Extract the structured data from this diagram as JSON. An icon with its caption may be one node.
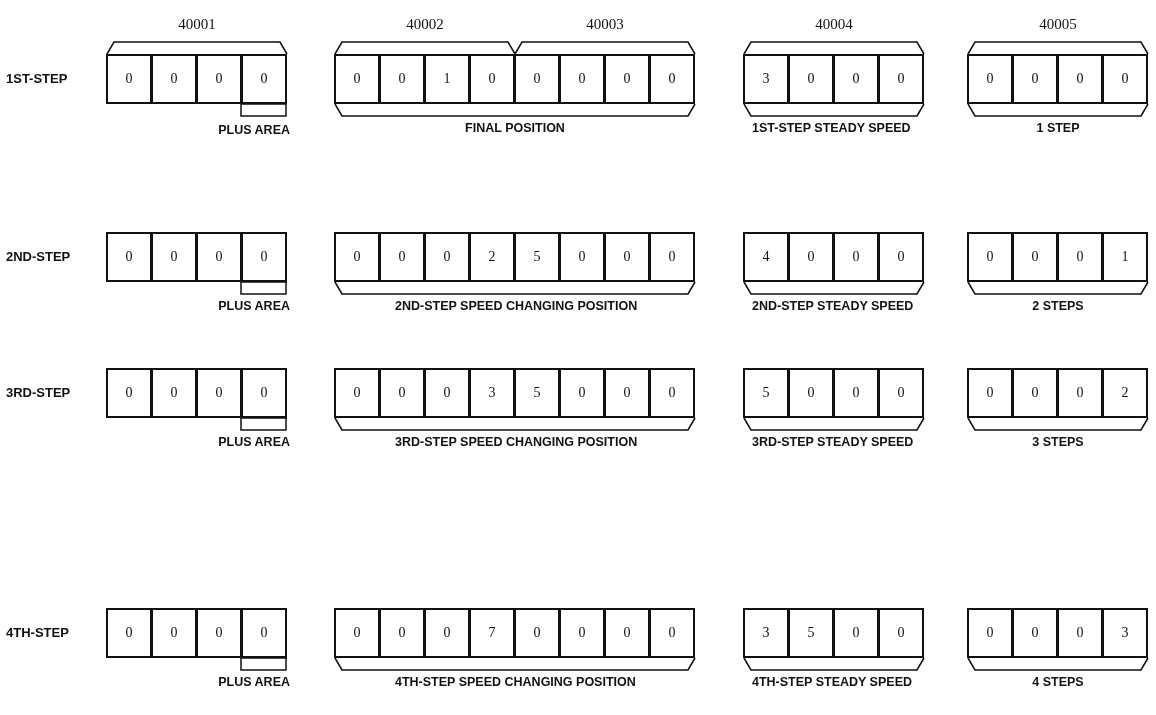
{
  "diagram": {
    "nodes": [
      {
        "text": [
          "0"
        ]
      },
      {
        "text": [
          "0"
        ]
      },
      {
        "text": [
          "0"
        ]
      },
      {
        "text": [
          "0"
        ]
      },
      {
        "text": [
          "0"
        ]
      },
      {
        "text": [
          "0"
        ]
      },
      {
        "text": [
          "1"
        ]
      },
      {
        "text": [
          "0"
        ]
      },
      {
        "text": [
          "0"
        ]
      },
      {
        "text": [
          "0"
        ]
      },
      {
        "text": [
          "0"
        ]
      },
      {
        "text": [
          "0"
        ]
      },
      {
        "text": [
          "3"
        ]
      },
      {
        "text": [
          "0"
        ]
      },
      {
        "text": [
          "0"
        ]
      },
      {
        "text": [
          "0"
        ]
      },
      {
        "text": [
          "0"
        ]
      },
      {
        "text": [
          "0"
        ]
      },
      {
        "text": [
          "0"
        ]
      },
      {
        "text": [
          "0"
        ]
      },
      {
        "text": [
          "0"
        ]
      },
      {
        "text": [
          "0"
        ]
      },
      {
        "text": [
          "0"
        ]
      },
      {
        "text": [
          "0"
        ]
      },
      {
        "text": [
          "0"
        ]
      },
      {
        "text": [
          "0"
        ]
      },
      {
        "text": [
          "0"
        ]
      },
      {
        "text": [
          "2"
        ]
      },
      {
        "text": [
          "5"
        ]
      },
      {
        "text": [
          "0"
        ]
      },
      {
        "text": [
          "0"
        ]
      },
      {
        "text": [
          "0"
        ]
      },
      {
        "text": [
          "4"
        ]
      },
      {
        "text": [
          "0"
        ]
      },
      {
        "text": [
          "0"
        ]
      },
      {
        "text": [
          "0"
        ]
      },
      {
        "text": [
          "0"
        ]
      },
      {
        "text": [
          "0"
        ]
      },
      {
        "text": [
          "0"
        ]
      },
      {
        "text": [
          "1"
        ]
      },
      {
        "text": [
          "0"
        ]
      },
      {
        "text": [
          "0"
        ]
      },
      {
        "text": [
          "0"
        ]
      },
      {
        "text": [
          "0"
        ]
      },
      {
        "text": [
          "0"
        ]
      },
      {
        "text": [
          "0"
        ]
      },
      {
        "text": [
          "0"
        ]
      },
      {
        "text": [
          "3"
        ]
      },
      {
        "text": [
          "5"
        ]
      },
      {
        "text": [
          "0"
        ]
      },
      {
        "text": [
          "0"
        ]
      },
      {
        "text": [
          "0"
        ]
      },
      {
        "text": [
          "5"
        ]
      },
      {
        "text": [
          "0"
        ]
      },
      {
        "text": [
          "0"
        ]
      },
      {
        "text": [
          "0"
        ]
      },
      {
        "text": [
          "0"
        ]
      },
      {
        "text": [
          "0"
        ]
      },
      {
        "text": [
          "0"
        ]
      },
      {
        "text": [
          "2"
        ]
      },
      {
        "text": [
          "0"
        ]
      },
      {
        "text": [
          "0"
        ]
      },
      {
        "text": [
          "0"
        ]
      },
      {
        "text": [
          "0"
        ]
      },
      {
        "text": [
          "0"
        ]
      },
      {
        "text": [
          "0"
        ]
      },
      {
        "text": [
          "0"
        ]
      },
      {
        "text": [
          "7"
        ]
      },
      {
        "text": [
          "0"
        ]
      },
      {
        "text": [
          "0"
        ]
      },
      {
        "text": [
          "0"
        ]
      },
      {
        "text": [
          "0"
        ]
      },
      {
        "text": [
          "3"
        ]
      },
      {
        "text": [
          "5"
        ]
      },
      {
        "text": [
          "0"
        ]
      },
      {
        "text": [
          "0"
        ]
      },
      {
        "text": [
          "0"
        ]
      },
      {
        "text": [
          "0"
        ]
      },
      {
        "text": [
          "0"
        ]
      },
      {
        "text": [
          "3"
        ]
      }
    ],
    "labels": [
      "40001",
      "40002",
      "40003",
      "40004",
      "40005",
      "1ST-STEP",
      "PLUS AREA",
      "FINAL POSITION",
      "1ST-STEP STEADY SPEED",
      "1 STEP",
      "2ND-STEP",
      "PLUS AREA",
      "2ND-STEP SPEED CHANGING POSITION",
      "2ND-STEP STEADY SPEED",
      "2 STEPS",
      "3RD-STEP",
      "PLUS AREA",
      "3RD-STEP SPEED CHANGING POSITION",
      "3RD-STEP STEADY SPEED",
      "3 STEPS",
      "4TH-STEP",
      "PLUS AREA",
      "4TH-STEP SPEED CHANGING POSITION",
      "4TH-STEP STEADY SPEED",
      "4 STEPS"
    ]
  }
}
